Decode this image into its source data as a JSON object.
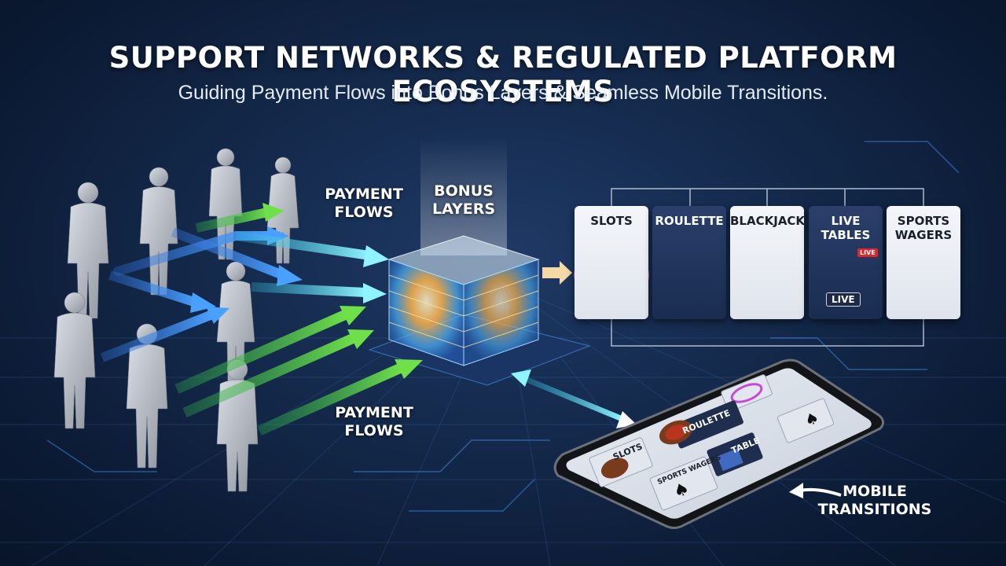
{
  "title": "SUPPORT NETWORKS & REGULATED PLATFORM ECOSYSTEMS",
  "subtitle": "Guiding Payment Flows into Bonus Layers & Seamless Mobile Transitions.",
  "labels": {
    "payment_flows_top": [
      "PAYMENT",
      "FLOWS"
    ],
    "bonus_layers": [
      "BONUS",
      "LAYERS"
    ],
    "payment_flows_bottom": [
      "PAYMENT",
      "FLOWS"
    ],
    "mobile_transitions": [
      "MOBILE",
      "TRANSITIONS"
    ]
  },
  "cards": [
    {
      "label": "SLOTS",
      "icon": "slot-machine-icon"
    },
    {
      "label": "ROULETTE",
      "icon": "roulette-wheel-icon"
    },
    {
      "label": "BLACKJACK",
      "icon": "playing-cards-icon"
    },
    {
      "label": "LIVE TABLES",
      "lines": [
        "LIVE",
        "TABLES"
      ],
      "icon": "live-dealer-icon",
      "badge": "LIVE",
      "caption": "LIVE"
    },
    {
      "label": "SPORTS WAGERS",
      "lines": [
        "SPORTS",
        "WAGERS"
      ],
      "icon": "football-pitch-icon"
    }
  ],
  "phone": {
    "tiles": [
      "ROULETTE",
      "SLOTS",
      "TABLE",
      "SPORTS WAGERS"
    ]
  },
  "colors": {
    "background": "#132849",
    "arrow_blue": "#3b8df0",
    "arrow_green": "#4fd13a",
    "arrow_cyan": "#5ee6f0",
    "cube_glow": "#ffb347"
  }
}
